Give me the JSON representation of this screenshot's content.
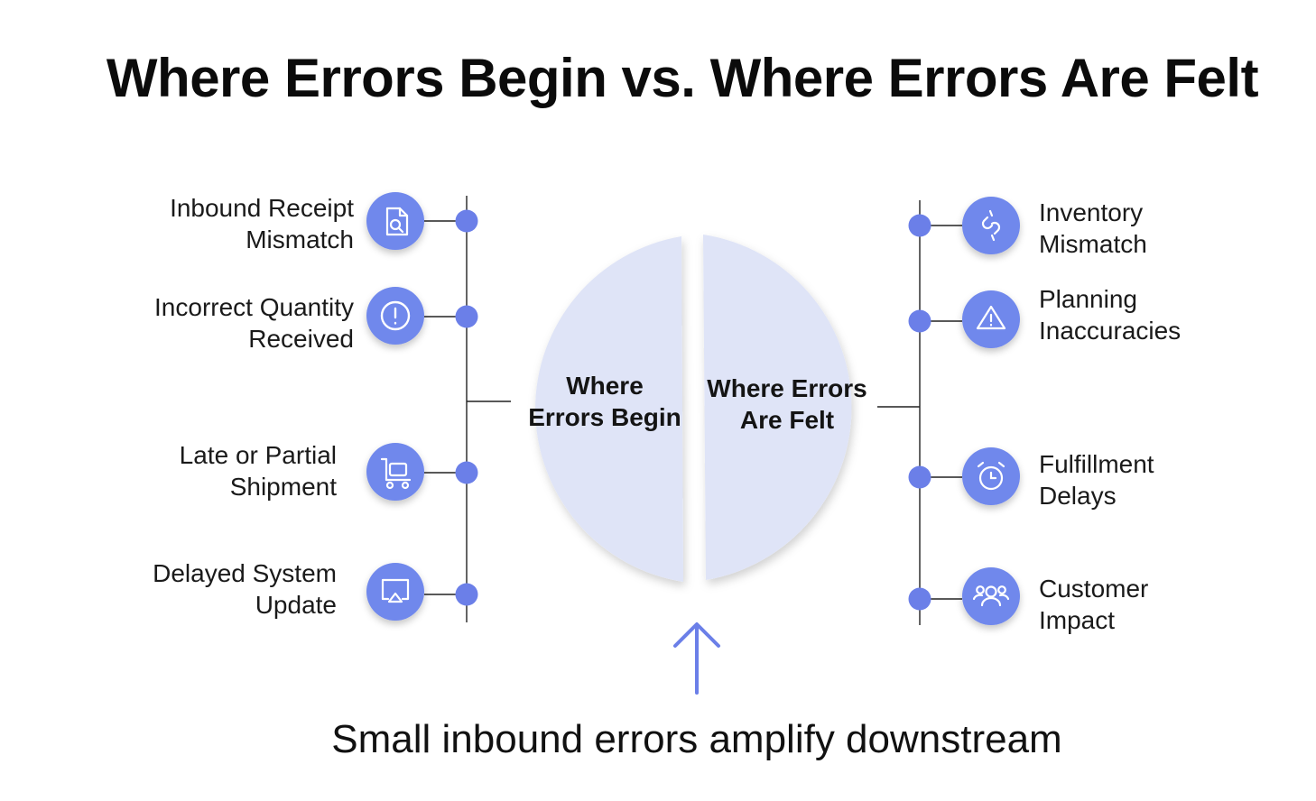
{
  "title": "Where Errors Begin vs. Where Errors Are Felt",
  "left_half": {
    "lines": [
      "Where",
      "Errors Begin"
    ]
  },
  "right_half": {
    "lines": [
      "Where Errors",
      "Are Felt"
    ]
  },
  "left_items": [
    {
      "lines": [
        "Inbound Receipt",
        "Mismatch"
      ],
      "icon": "document-search-icon"
    },
    {
      "lines": [
        "Incorrect Quantity",
        "Received"
      ],
      "icon": "alert-circle-icon"
    },
    {
      "lines": [
        "Late or Partial",
        "Shipment"
      ],
      "icon": "cart-icon"
    },
    {
      "lines": [
        "Delayed System",
        "Update"
      ],
      "icon": "monitor-icon"
    }
  ],
  "right_items": [
    {
      "lines": [
        "Inventory",
        "Mismatch"
      ],
      "icon": "broken-link-icon"
    },
    {
      "lines": [
        "Planning",
        "Inaccuracies"
      ],
      "icon": "warning-triangle-icon"
    },
    {
      "lines": [
        "Fulfillment",
        "Delays"
      ],
      "icon": "alarm-clock-icon"
    },
    {
      "lines": [
        "Customer",
        "Impact"
      ],
      "icon": "users-icon"
    }
  ],
  "caption": "Small inbound errors amplify downstream",
  "colors": {
    "accent": "#6b7fe8",
    "icon_bg": "#7088ec",
    "circle_fill": "#dfe4f7",
    "line": "#222222"
  }
}
